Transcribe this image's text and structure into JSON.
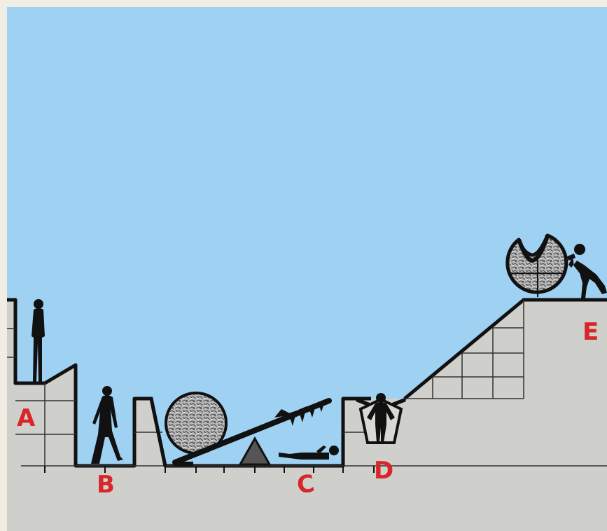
{
  "labels": {
    "a": "A",
    "b": "B",
    "c": "C",
    "d": "D",
    "e": "E"
  },
  "colors": {
    "sky": "#9fd1f3",
    "ground": "#cfd0cc",
    "outline": "#111111",
    "label": "#d8262a",
    "frame": "#f2ede3"
  },
  "icons": [
    "standing-person",
    "walking-person",
    "boulder",
    "seesaw-with-spikes",
    "lying-person",
    "caged-person",
    "crescent-wheel",
    "pushing-person"
  ]
}
